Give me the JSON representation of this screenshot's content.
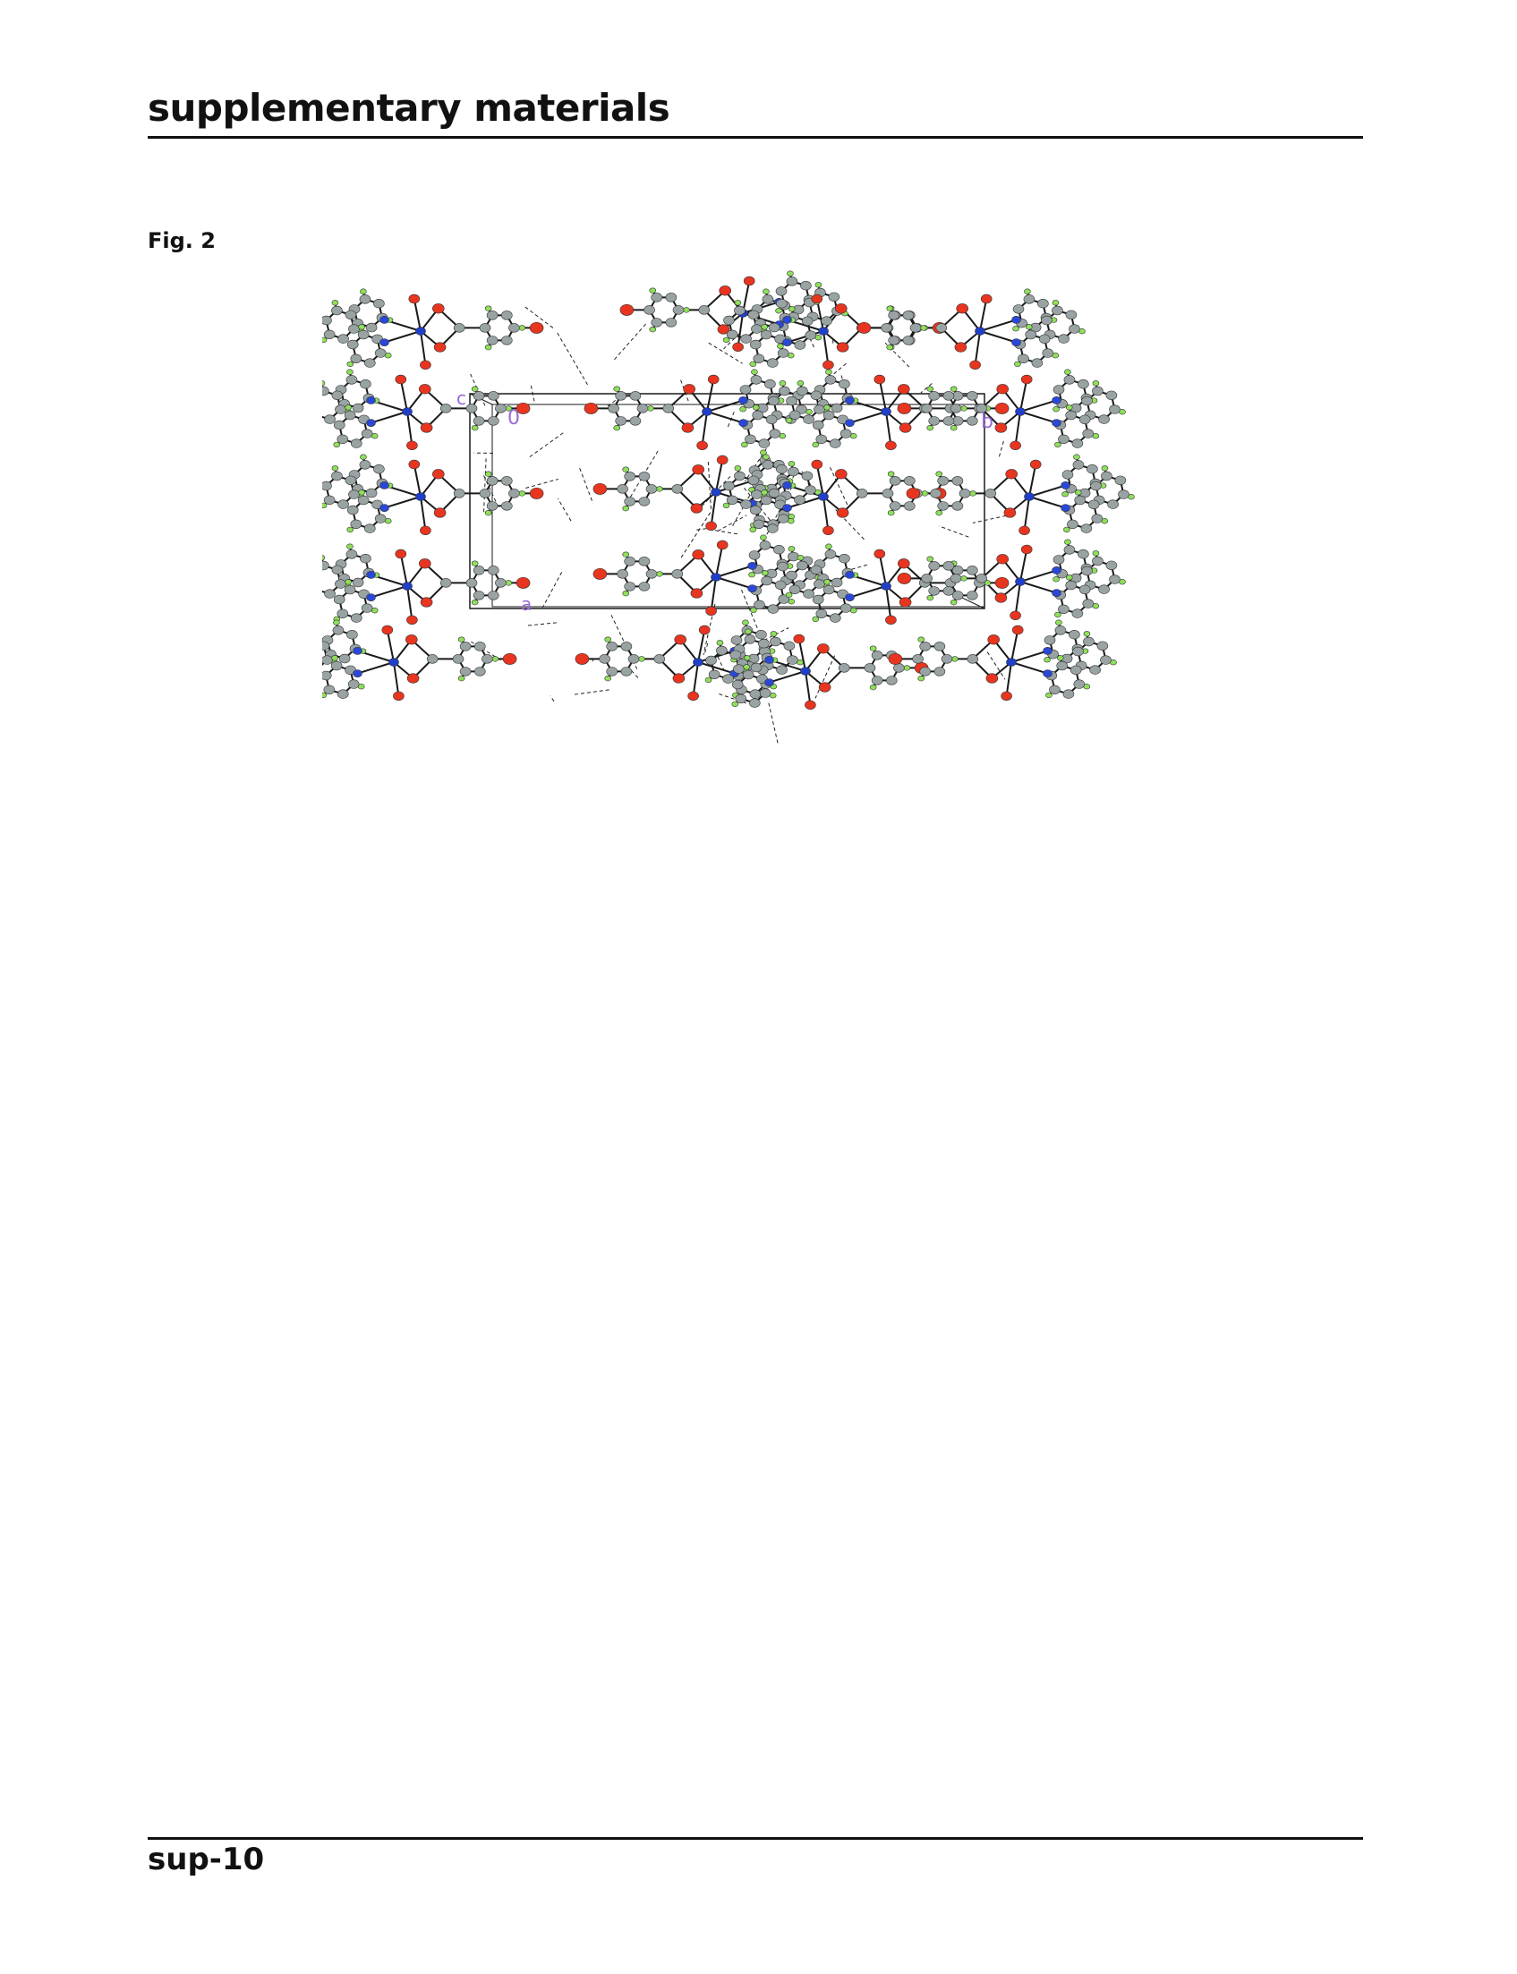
{
  "header": {
    "title": "supplementary materials"
  },
  "figure": {
    "label": "Fig. 2",
    "axis_labels": {
      "c": "c",
      "zero": "0",
      "b": "b",
      "a": "a"
    }
  },
  "footer": {
    "page": "sup-10"
  },
  "colors": {
    "carbon": "#9aa3a3",
    "oxygen": "#e8351f",
    "nitrogen": "#2a48d8",
    "hydrogen": "#8ee05a",
    "metal": "#1f3fc9",
    "bond": "#1a1a1a",
    "axis_label": "#9a6ad8"
  }
}
